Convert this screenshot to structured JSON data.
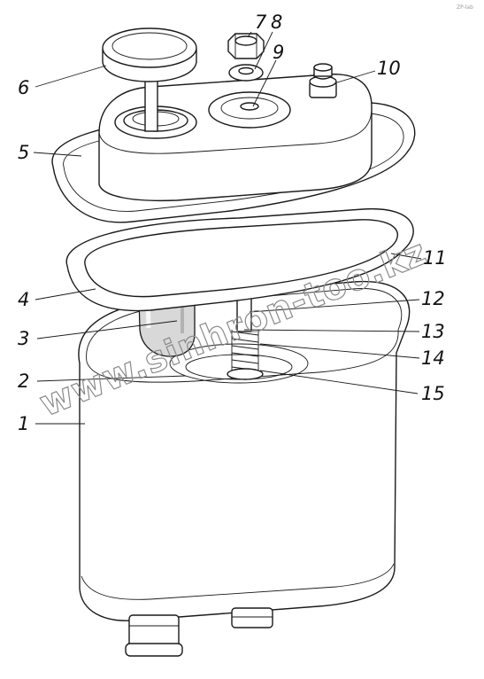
{
  "diagram": {
    "callouts": [
      {
        "id": "1",
        "text": "1"
      },
      {
        "id": "2",
        "text": "2"
      },
      {
        "id": "3",
        "text": "3"
      },
      {
        "id": "4",
        "text": "4"
      },
      {
        "id": "5",
        "text": "5"
      },
      {
        "id": "6",
        "text": "6"
      },
      {
        "id": "7",
        "text": "7"
      },
      {
        "id": "8",
        "text": "8"
      },
      {
        "id": "9",
        "text": "9"
      },
      {
        "id": "10",
        "text": "10"
      },
      {
        "id": "11",
        "text": "11"
      },
      {
        "id": "12",
        "text": "12"
      },
      {
        "id": "13",
        "text": "13"
      },
      {
        "id": "14",
        "text": "14"
      },
      {
        "id": "15",
        "text": "15"
      }
    ],
    "watermark": "www.sinhron-too.kz",
    "corner_mark": "ZP-lab"
  }
}
